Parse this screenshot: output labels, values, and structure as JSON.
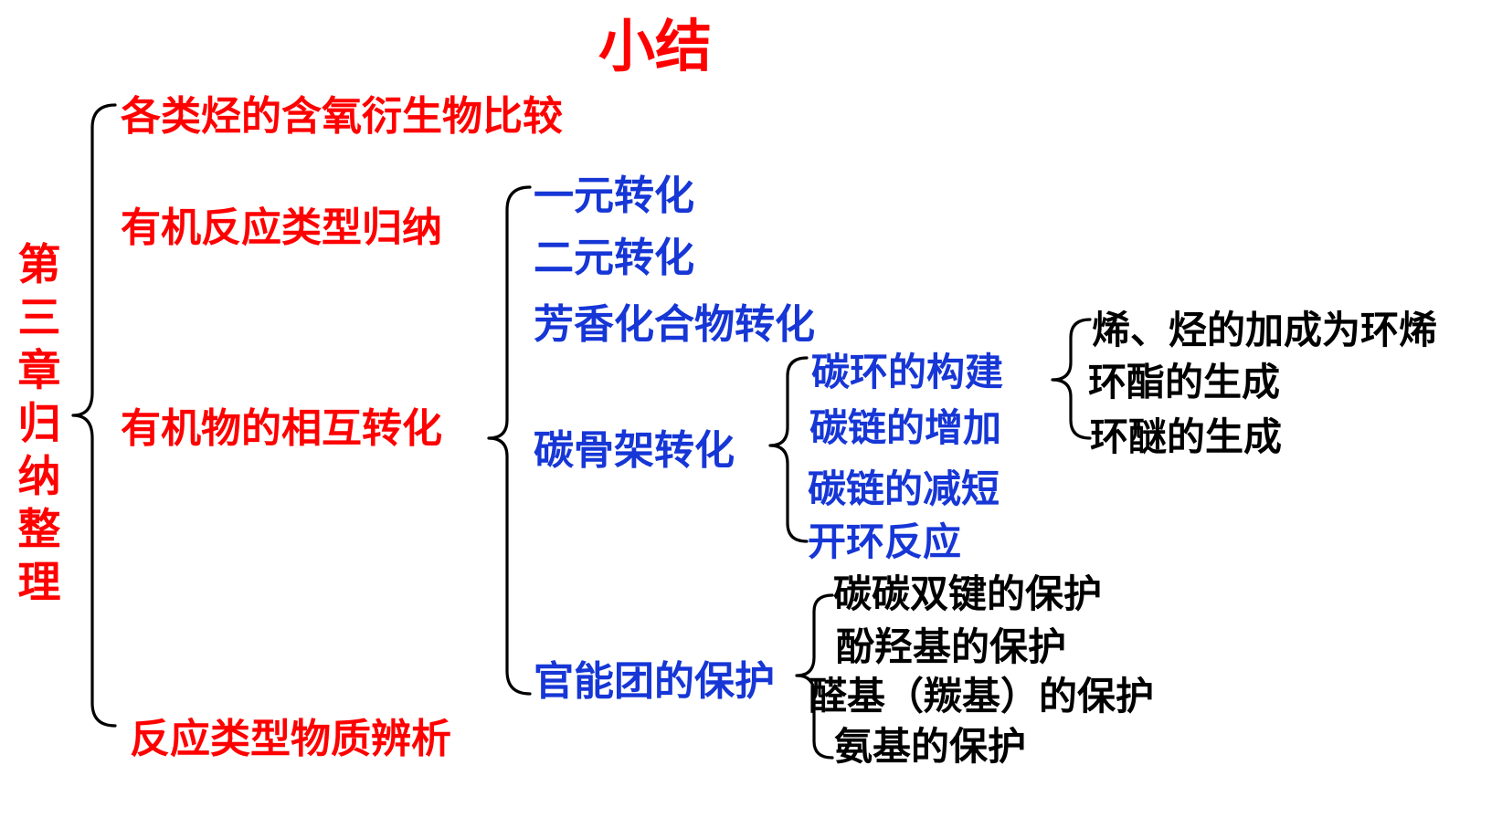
{
  "title": "小结",
  "vertical_title": "第三章归纳整理",
  "level1": [
    "各类烃的含氧衍生物比较",
    "有机反应类型归纳",
    "有机物的相互转化",
    "反应类型物质辨析"
  ],
  "level2": [
    "一元转化",
    "二元转化",
    "芳香化合物转化",
    "碳骨架转化",
    "官能团的保护"
  ],
  "carbon_skeleton": [
    "碳环的构建",
    "碳链的增加",
    "碳链的减短",
    "开环反应"
  ],
  "ring_building": [
    "烯、烃的加成为环烯",
    "环酯的生成",
    "环醚的生成"
  ],
  "group_protection": [
    "碳碳双键的保护",
    "酚羟基的保护",
    "醛基（羰基）的保护",
    "氨基的保护"
  ],
  "colors": {
    "title": "#ff0000",
    "level1": "#ff0000",
    "level2": "#1636d6",
    "level3": "#1636d6",
    "level4": "#000000"
  }
}
